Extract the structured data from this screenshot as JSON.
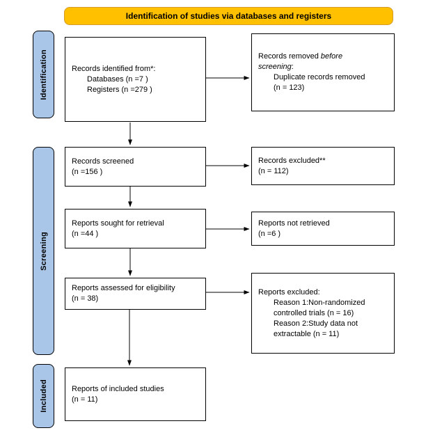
{
  "banner": {
    "label": "Identification of studies via databases and registers"
  },
  "sidebar": {
    "identification": "Identification",
    "screening": "Screening",
    "included": "Included"
  },
  "boxes": {
    "records_identified": {
      "l1": "Records identified from*:",
      "l2": "Databases (n =7 )",
      "l3": "Registers (n =279 )"
    },
    "records_screened": {
      "l1": "Records screened",
      "l2": "(n =156 )"
    },
    "reports_sought": {
      "l1": "Reports sought for retrieval",
      "l2": "(n =44 )"
    },
    "reports_assessed": {
      "l1": "Reports assessed for eligibility",
      "l2": "(n = 38)"
    },
    "reports_included": {
      "l1": "Reports of included studies",
      "l2": "(n = 11)"
    },
    "records_removed": {
      "l1a": "Records removed ",
      "l1b": "before",
      "l2a": "screening",
      "l2b": ":",
      "l3": "Duplicate records removed",
      "l4": "(n = 123)"
    },
    "records_excluded": {
      "l1": "Records excluded**",
      "l2": "(n = 112)"
    },
    "reports_not_retrieved": {
      "l1": "Reports not retrieved",
      "l2": "(n =6 )"
    },
    "reports_excluded": {
      "l1": "Reports excluded:",
      "l2": "Reason 1:Non-randomized",
      "l3": "controlled trials (n = 16)",
      "l4": "Reason 2:Study data not",
      "l5": "extractable (n = 11)"
    }
  },
  "colors": {
    "banner_fill": "#FFC000",
    "banner_border": "#D49A2A",
    "sidebar_fill": "#A9C6E8",
    "box_border": "#000000",
    "arrow": "#000000"
  }
}
